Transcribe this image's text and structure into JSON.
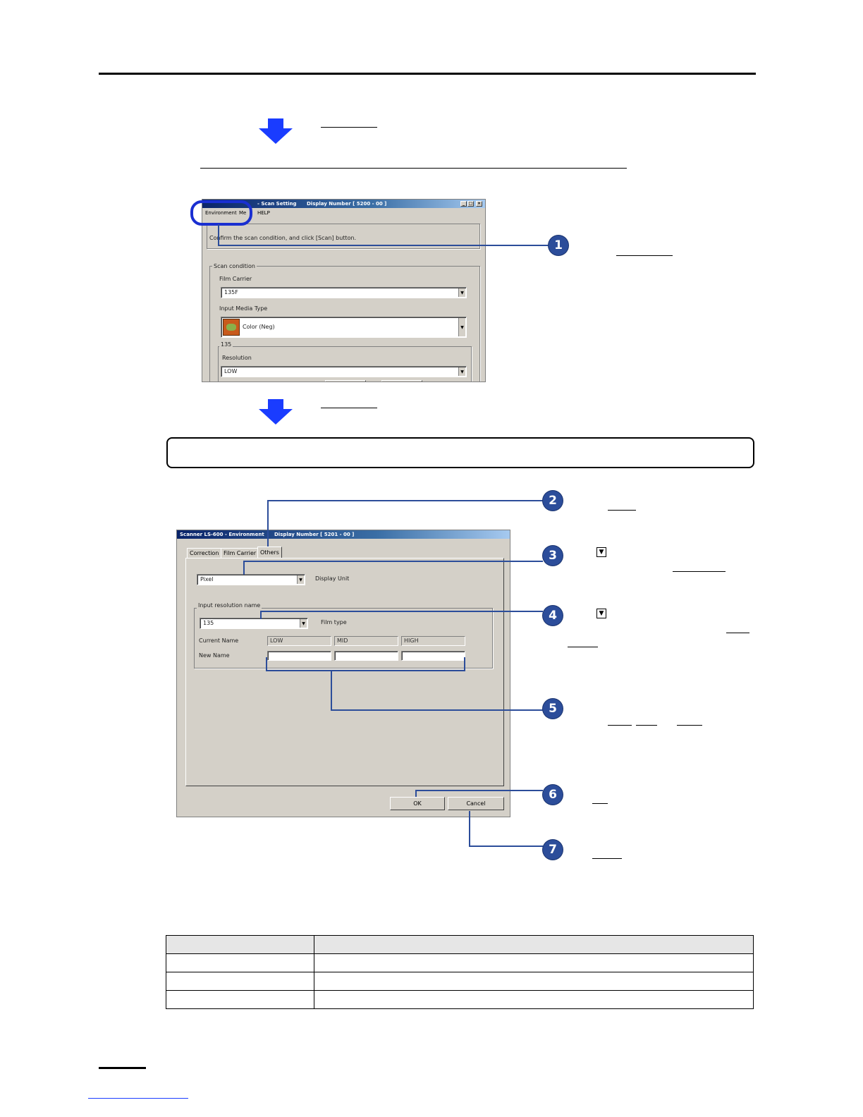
{
  "colors": {
    "arrow": "#1a3cff",
    "callout": "#2c4d9a",
    "highlight": "#1a2fd1"
  },
  "scan_window": {
    "title_left": "- Scan Setting",
    "title_right": "Display Number [ 5200 - 00 ]",
    "menu": [
      "Environment",
      "Me",
      "HELP"
    ],
    "instruction": "Confirm the scan condition, and click [Scan] button.",
    "group_label": "Scan condition",
    "film_carrier_label": "Film Carrier",
    "film_carrier_value": "135F",
    "input_media_label": "Input Media Type",
    "input_media_value": "Color (Neg)",
    "subgroup_label": "135",
    "resolution_label": "Resolution",
    "resolution_value": "LOW"
  },
  "env_window": {
    "title_left": "Scanner LS-600 - Environment",
    "title_right": "Display Number [ 5201 - 00 ]",
    "tabs": [
      "Correction",
      "Film Carrier",
      "Others"
    ],
    "display_unit_value": "Pixel",
    "display_unit_label": "Display Unit",
    "group_label": "Input resolution name",
    "film_type_value": "135",
    "film_type_label": "Film type",
    "current_name_label": "Current Name",
    "new_name_label": "New Name",
    "current_names": [
      "LOW",
      "MID",
      "HIGH"
    ],
    "ok_label": "OK",
    "cancel_label": "Cancel"
  },
  "callouts": [
    "1",
    "2",
    "3",
    "4",
    "5",
    "6",
    "7"
  ],
  "icons": {
    "arrow": "down-arrow-icon",
    "dropdown": "dropdown-triangle-icon"
  }
}
